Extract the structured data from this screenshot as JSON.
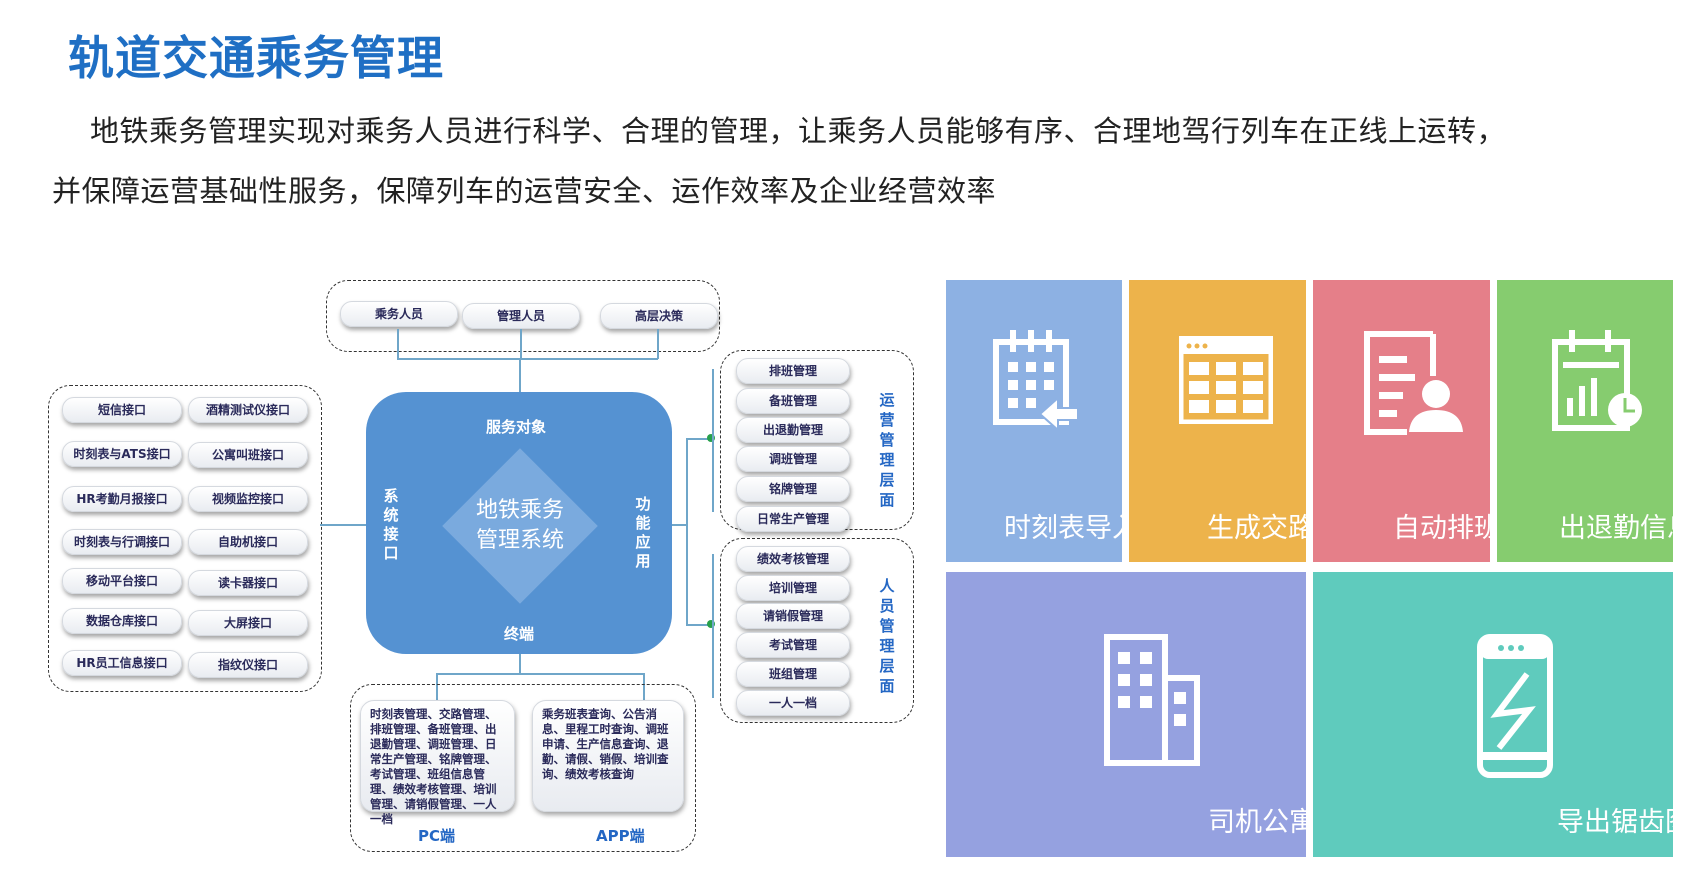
{
  "title": "轨道交通乘务管理",
  "intro": {
    "line1": "地铁乘务管理实现对乘务人员进行科学、合理的管理，让乘务人员能够有序、合理地驾行列车在正线上运转，",
    "line2": "并保障运营基础性服务，保障列车的运营安全、运作效率及企业经营效率"
  },
  "diagram": {
    "service_targets": [
      "乘务人员",
      "管理人员",
      "高层决策"
    ],
    "center": {
      "top": "服务对象",
      "left": "系统接口",
      "right": "功能应用",
      "bottom": "终端",
      "core_line1": "地铁乘务",
      "core_line2": "管理系统"
    },
    "interfaces_left": [
      "短信接口",
      "时刻表与ATS接口",
      "HR考勤月报接口",
      "时刻表与行调接口",
      "移动平台接口",
      "数据仓库接口",
      "HR员工信息接口"
    ],
    "interfaces_right": [
      "酒精测试仪接口",
      "公寓叫班接口",
      "视频监控接口",
      "自助机接口",
      "读卡器接口",
      "大屏接口",
      "指纹仪接口"
    ],
    "operation_group": {
      "label": "运营管理层面",
      "items": [
        "排班管理",
        "备班管理",
        "出退勤管理",
        "调班管理",
        "铭牌管理",
        "日常生产管理"
      ]
    },
    "personnel_group": {
      "label": "人员管理层面",
      "items": [
        "绩效考核管理",
        "培训管理",
        "请销假管理",
        "考试管理",
        "班组管理",
        "一人一档"
      ]
    },
    "terminals": {
      "pc_text": "时刻表管理、交路管理、排班管理、备班管理、出退勤管理、调班管理、日常生产管理、铭牌管理、考试管理、班组信息管理、绩效考核管理、培训管理、请销假管理、一人一档",
      "app_text": "乘务班表查询、公告消息、里程工时查询、调班申请、生产信息查询、退勤、请假、销假、培训查询、绩效考核查询",
      "pc_label": "PC端",
      "app_label": "APP端"
    }
  },
  "tiles": [
    {
      "label": "时刻表导入",
      "color": "#8db1e3",
      "icon": "calendar-import-icon"
    },
    {
      "label": "生成交路",
      "color": "#edb34b",
      "icon": "grid-table-icon"
    },
    {
      "label": "自动排班",
      "color": "#e57f89",
      "icon": "document-person-icon"
    },
    {
      "label": "出退勤信息",
      "color": "#86cc6f",
      "icon": "calendar-chart-icon"
    },
    {
      "label": "司机公寓",
      "color": "#95a1e0",
      "icon": "building-icon"
    },
    {
      "label": "导出锯齿图",
      "color": "#5fcbbd",
      "icon": "sawtooth-chart-icon"
    }
  ]
}
